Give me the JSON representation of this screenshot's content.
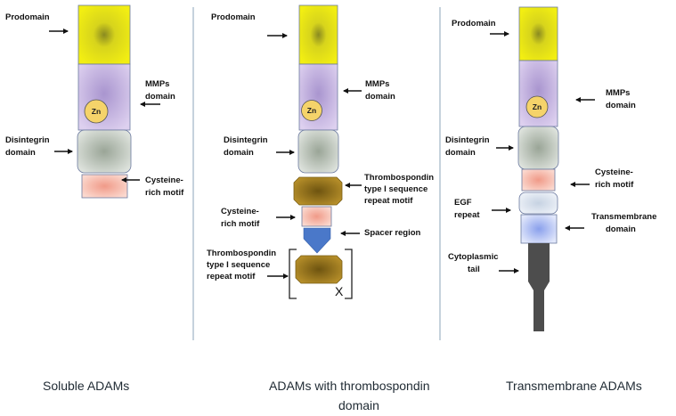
{
  "diagram": {
    "labels": {
      "prodomain": "Prodomain",
      "mmps_1": "MMPs",
      "mmps_2": "domain",
      "zn": "Zn",
      "disintegrin_1": "Disintegrin",
      "disintegrin_2": "domain",
      "cysteine_1": "Cysteine-",
      "cysteine_2": "rich motif",
      "thrombo_1": "Thrombospondin",
      "thrombo_2": "type I sequence",
      "thrombo_3": "repeat motif",
      "spacer": "Spacer region",
      "repeat_x": "X",
      "egf_1": "EGF",
      "egf_2": "repeat",
      "transmembrane_1": "Transmembrane",
      "transmembrane_2": "domain",
      "cytoplasmic_1": "Cytoplasmic",
      "cytoplasmic_2": "tail"
    },
    "captions": {
      "soluble": "Soluble ADAMs",
      "thrombo_1": "ADAMs with thrombospondin",
      "thrombo_2": "domain",
      "transmembrane": "Transmembrane ADAMs"
    },
    "colors": {
      "prodomain": "#e8e41a",
      "mmps": "#c9b6e3",
      "zn": "#f5d36a",
      "disintegrin": "#c9d0c7",
      "cysteine": "#f4b8a8",
      "thrombospondin": "#a9821f",
      "spacer": "#4a78c9",
      "egf": "#d9e2ee",
      "transmembrane": "#bcc9ef",
      "cytoplasmic": "#4d4d4d",
      "divider": "#9fb3c6"
    }
  }
}
